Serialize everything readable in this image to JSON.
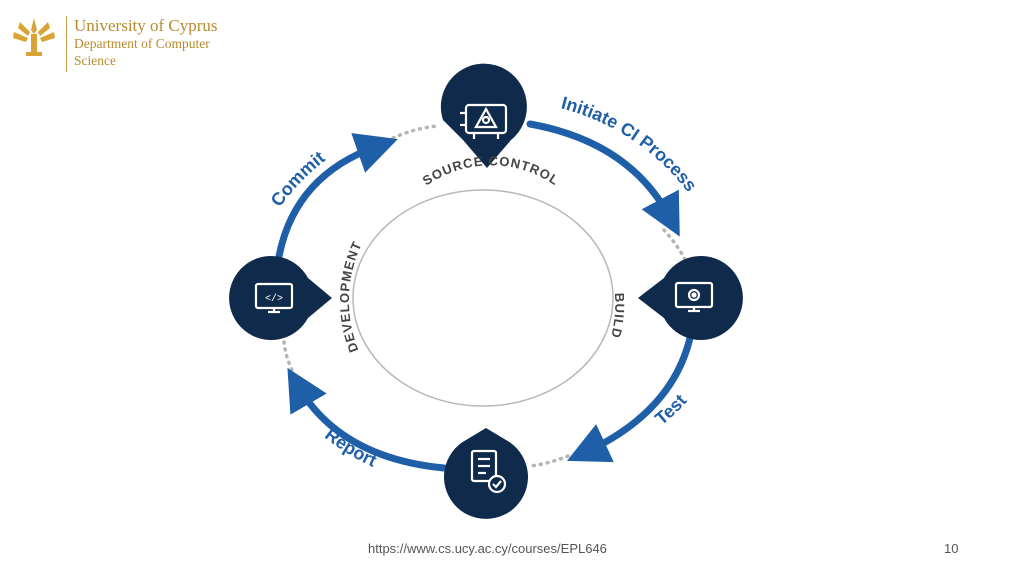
{
  "header": {
    "university": "University of Cyprus",
    "department": "Department of Computer Science"
  },
  "diagram": {
    "center_label_top": "SOURCE CONTROL",
    "center_label_left": "DEVELOPMENT",
    "center_label_right": "BUILD",
    "arrow_labels": {
      "commit": "Commit",
      "initiate": "Initiate CI Process",
      "test": "Test",
      "report": "Report"
    },
    "nodes": [
      {
        "id": "source-control",
        "icon": "source-control-icon"
      },
      {
        "id": "build",
        "icon": "build-gear-monitor-icon"
      },
      {
        "id": "report",
        "icon": "report-checklist-icon"
      },
      {
        "id": "development",
        "icon": "code-monitor-icon"
      }
    ],
    "colors": {
      "navy": "#0f2a4a",
      "blue": "#1f5fa8",
      "dots": "#b5b5b5",
      "ring": "#b8b8b8"
    }
  },
  "footer": {
    "url": "https://www.cs.ucy.ac.cy/courses/EPL646",
    "page": "10"
  }
}
